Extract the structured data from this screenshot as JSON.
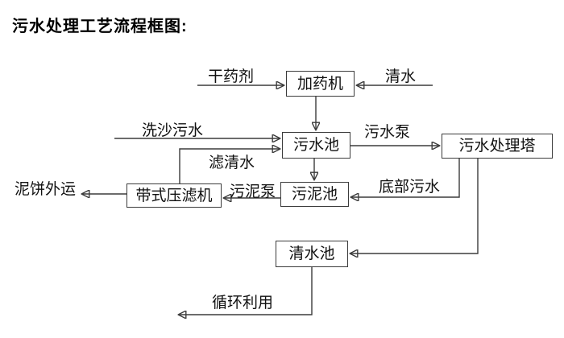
{
  "title": "污水处理工艺流程框图:",
  "colors": {
    "line": "#3b3b3b",
    "text": "#111111",
    "box_background": "#ffffff",
    "page_background": "#ffffff"
  },
  "nodes": {
    "dosing_machine": "加药机",
    "sewage_pool": "污水池",
    "treatment_tower": "污水处理塔",
    "sludge_pool": "污泥池",
    "belt_filter_press": "带式压滤机",
    "clear_water_pool": "清水池"
  },
  "flow_labels": {
    "dry_chemical": "干药剂",
    "clear_water": "清水",
    "sand_washing_sewage": "洗沙污水",
    "sewage_pump": "污水泵",
    "filtered_water": "滤清水",
    "mud_cake_transport": "泥饼外运",
    "sludge_pump": "污泥泵",
    "bottom_sewage": "底部污水",
    "recycling": "循环利用"
  }
}
